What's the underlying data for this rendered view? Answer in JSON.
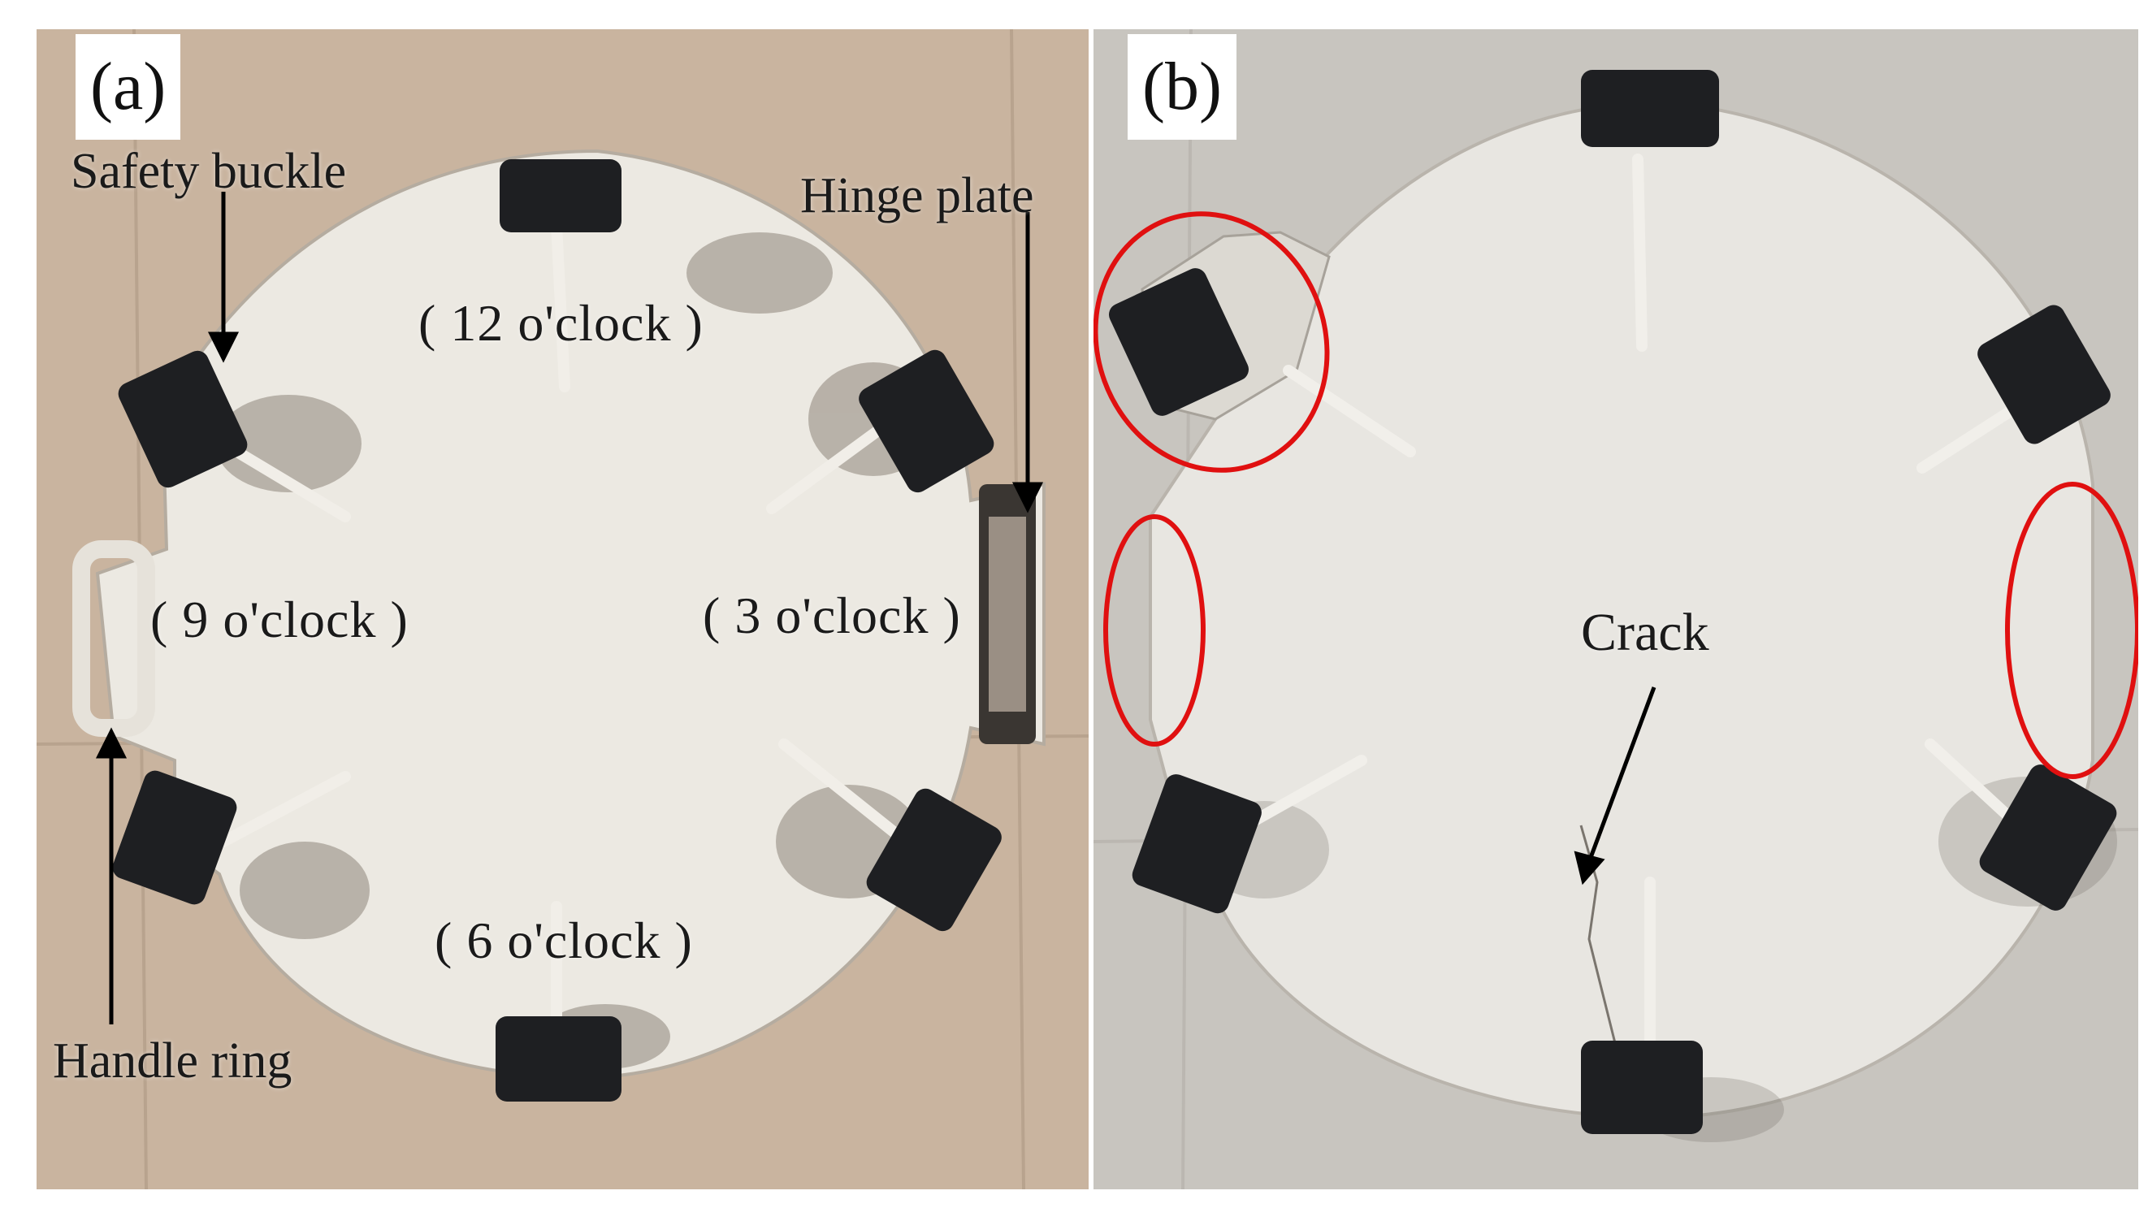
{
  "panels": [
    {
      "id": "a",
      "label": "(a)",
      "callouts": {
        "safety_buckle": "Safety buckle",
        "hinge_plate": "Hinge plate",
        "handle_ring": "Handle ring"
      },
      "clock_positions": {
        "twelve": "( 12  o'clock )",
        "three": "( 3  o'clock )",
        "six": "( 6  o'clock )",
        "nine": "( 9  o'clock )"
      }
    },
    {
      "id": "b",
      "label": "(b)",
      "callouts": {
        "crack": "Crack"
      },
      "highlight_color": "#e01010"
    }
  ],
  "colors": {
    "floor_a": "#c9b49f",
    "floor_b": "#c8c5bf",
    "plate": "#ece9e2",
    "buckle": "#1e1f22",
    "highlight": "#e01010"
  }
}
